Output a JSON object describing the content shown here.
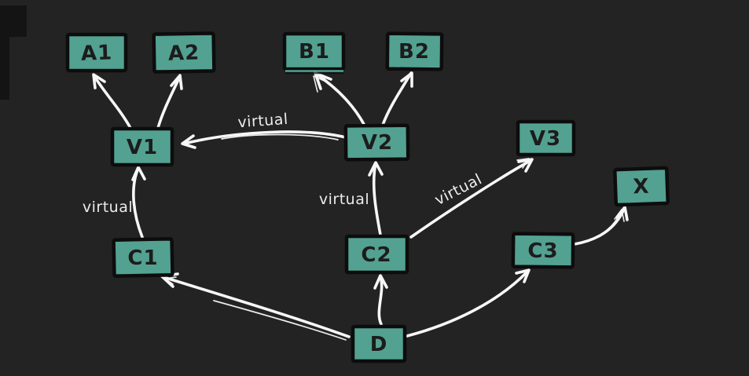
{
  "canvas": {
    "background": "#232323",
    "node_fill": "#53a191",
    "node_border": "#0d0d0d",
    "node_text_color": "#1c1c1c",
    "edge_color": "#f7f7f7",
    "edge_label_color": "#ececec"
  },
  "nodes": {
    "a1": {
      "label": "A1"
    },
    "a2": {
      "label": "A2"
    },
    "b1": {
      "label": "B1"
    },
    "b2": {
      "label": "B2"
    },
    "v1": {
      "label": "V1"
    },
    "v2": {
      "label": "V2"
    },
    "v3": {
      "label": "V3"
    },
    "x": {
      "label": "X"
    },
    "c1": {
      "label": "C1"
    },
    "c2": {
      "label": "C2"
    },
    "c3": {
      "label": "C3"
    },
    "d": {
      "label": "D"
    }
  },
  "edge_labels": {
    "v2_v1": "virtual",
    "c1_v1": "virtual",
    "c2_v2": "virtual",
    "c2_v3": "virtual"
  },
  "edges": [
    {
      "from": "V1",
      "to": "A1"
    },
    {
      "from": "V1",
      "to": "A2"
    },
    {
      "from": "V2",
      "to": "B1"
    },
    {
      "from": "V2",
      "to": "B2"
    },
    {
      "from": "V2",
      "to": "V1",
      "label": "virtual"
    },
    {
      "from": "C1",
      "to": "V1",
      "label": "virtual"
    },
    {
      "from": "C2",
      "to": "V2",
      "label": "virtual"
    },
    {
      "from": "C2",
      "to": "V3",
      "label": "virtual"
    },
    {
      "from": "C3",
      "to": "X"
    },
    {
      "from": "D",
      "to": "C1"
    },
    {
      "from": "D",
      "to": "C2"
    },
    {
      "from": "D",
      "to": "C3"
    }
  ]
}
